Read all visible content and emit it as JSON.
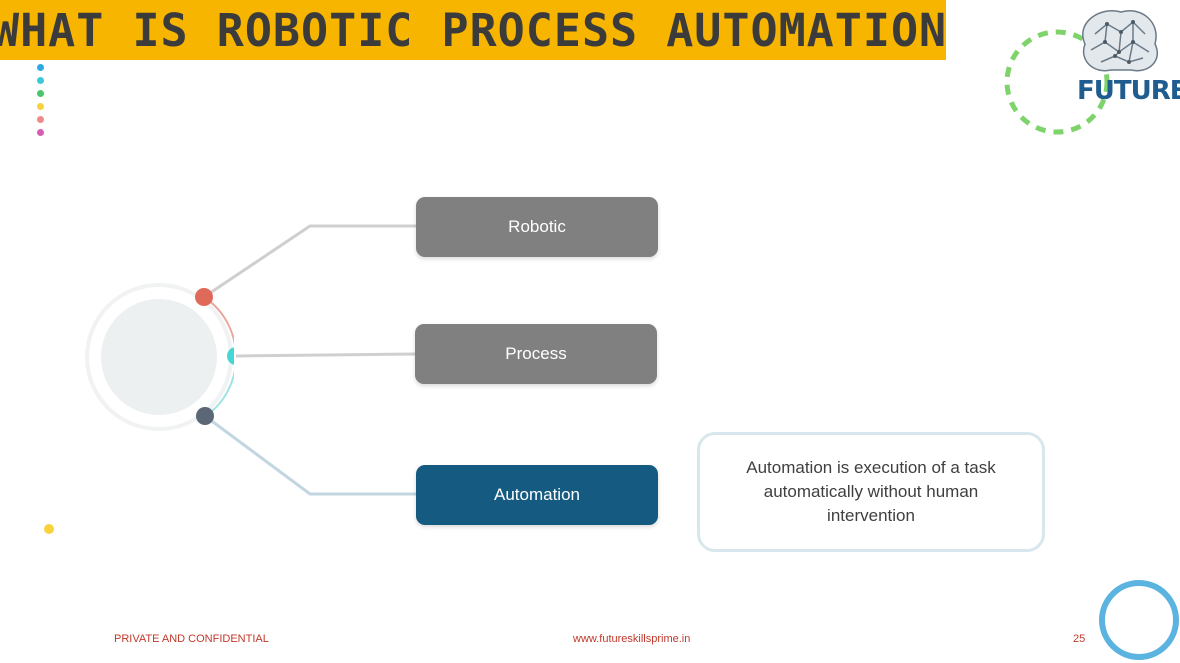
{
  "slide": {
    "title": "WHAT IS ROBOTIC PROCESS AUTOMATION",
    "logo_text": "FUTURE",
    "accent_color": "#f7b500",
    "dot_colors": [
      "#2ea8e0",
      "#3cc8d8",
      "#4cc46a",
      "#f7d23a",
      "#f08a8a",
      "#d65fb4"
    ],
    "hub": {
      "node_colors": [
        "#e06a5a",
        "#45d6d6",
        "#5b6775"
      ]
    },
    "items": [
      {
        "label": "Robotic",
        "color": "#808080"
      },
      {
        "label": "Process",
        "color": "#808080"
      },
      {
        "label": "Automation",
        "color": "#155a80"
      }
    ],
    "definition": "Automation is execution of a task automatically without human intervention",
    "footer": {
      "left": "PRIVATE AND CONFIDENTIAL",
      "center": "www.futureskillsprime.in",
      "right": "25"
    }
  }
}
